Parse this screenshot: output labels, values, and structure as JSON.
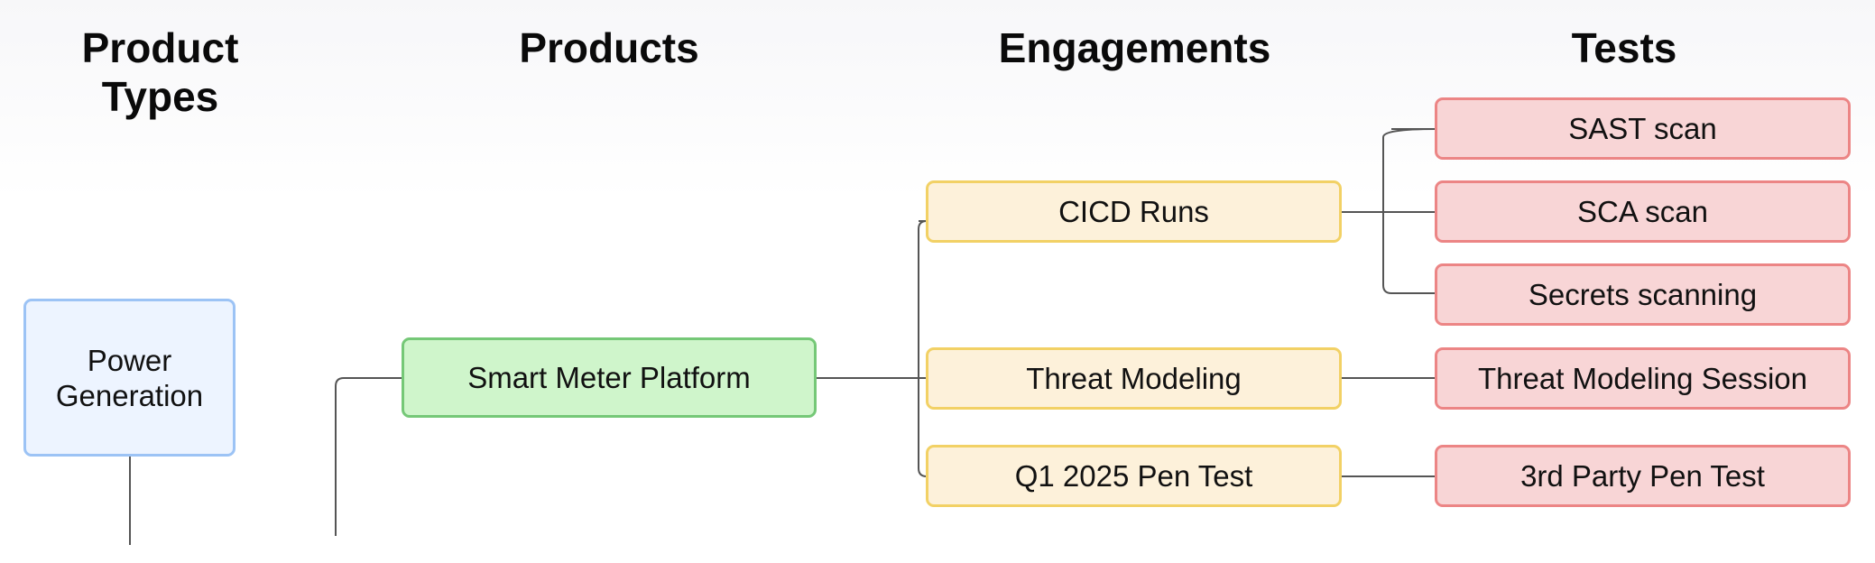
{
  "headers": {
    "product_types": "Product\nTypes",
    "products": "Products",
    "engagements": "Engagements",
    "tests": "Tests"
  },
  "nodes": {
    "power_generation": "Power\nGeneration",
    "smart_meter_platform": "Smart Meter Platform",
    "cicd_runs": "CICD Runs",
    "threat_modeling": "Threat Modeling",
    "q1_pen_test": "Q1 2025 Pen Test",
    "sast_scan": "SAST scan",
    "sca_scan": "SCA scan",
    "secrets_scanning": "Secrets scanning",
    "threat_modeling_session": "Threat Modeling Session",
    "third_party_pen_test": "3rd Party Pen Test"
  },
  "colors": {
    "product_type": "#edf4ff",
    "product": "#cff5cb",
    "engagement": "#fdf1da",
    "test": "#f8d5d6",
    "connector": "#555555"
  }
}
